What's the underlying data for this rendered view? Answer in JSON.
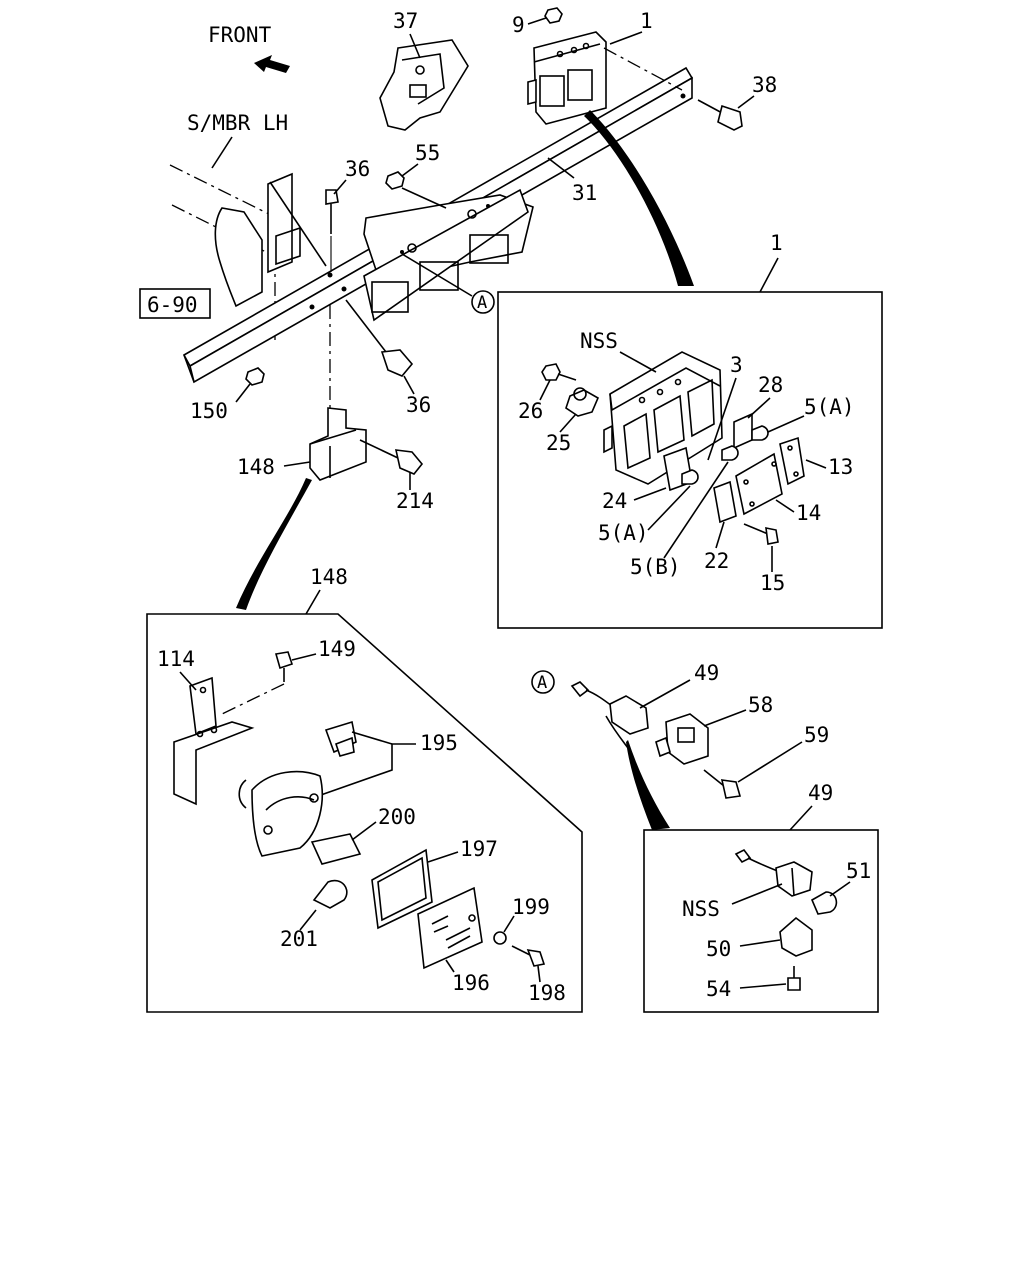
{
  "header": {
    "front": "FRONT",
    "member": "S/MBR LH",
    "ref_box": "6-90"
  },
  "callouts": {
    "c1": "1",
    "c3": "3",
    "c5a1": "5(A)",
    "c5a2": "5(A)",
    "c5b": "5(B)",
    "c9": "9",
    "c13": "13",
    "c14": "14",
    "c15": "15",
    "c22": "22",
    "c24": "24",
    "c25": "25",
    "c26": "26",
    "c28": "28",
    "c31": "31",
    "c36a": "36",
    "c36b": "36",
    "c37": "37",
    "c38": "38",
    "c49a": "49",
    "c49b": "49",
    "c50": "50",
    "c51": "51",
    "c54": "54",
    "c55": "55",
    "c58": "58",
    "c59": "59",
    "c114": "114",
    "c148a": "148",
    "c148b": "148",
    "c149": "149",
    "c150": "150",
    "c195": "195",
    "c196": "196",
    "c197": "197",
    "c198": "198",
    "c199": "199",
    "c200": "200",
    "c201": "201",
    "c214": "214",
    "nss1": "NSS",
    "nss2": "NSS"
  },
  "markers": {
    "a1": "A",
    "a2": "A"
  }
}
